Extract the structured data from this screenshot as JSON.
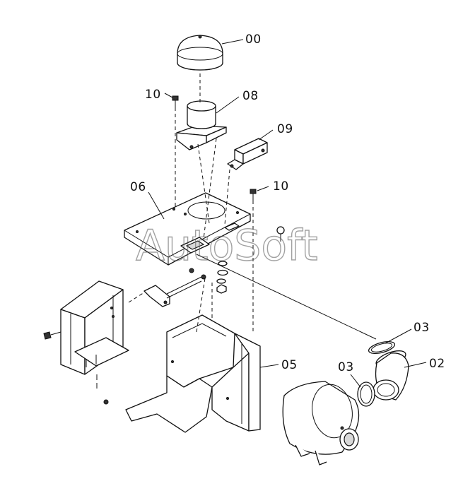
{
  "watermark": "AutoSoft",
  "callouts": {
    "c00": "00",
    "c08": "08",
    "c10a": "10",
    "c09": "09",
    "c06": "06",
    "c10b": "10",
    "c03a": "03",
    "c02": "02",
    "c03b": "03",
    "c05": "05"
  }
}
